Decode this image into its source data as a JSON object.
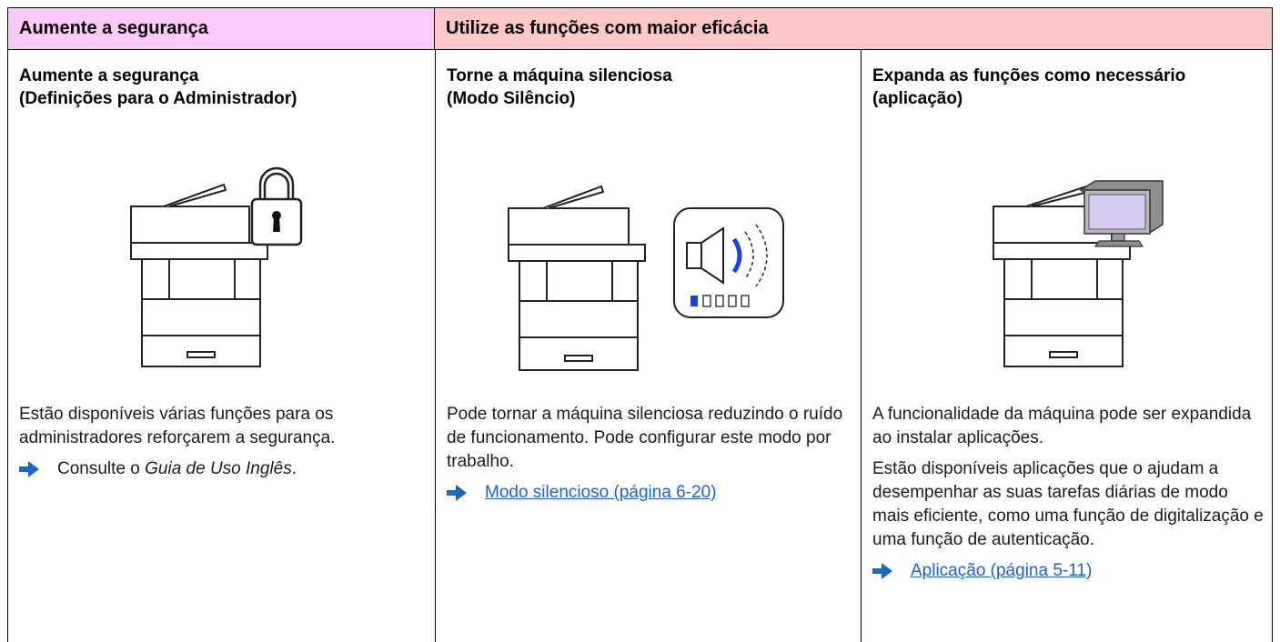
{
  "headers": {
    "left": "Aumente a segurança",
    "right": "Utilize as funções com maior eficácia"
  },
  "columns": [
    {
      "title_line1": "Aumente a segurança",
      "title_line2": "(Definições para o Administrador)",
      "illustration": "printer-with-padlock-icon",
      "paragraph1": "Estão disponíveis várias funções para os administradores reforçarem a segurança.",
      "ref_prefix": "Consulte o ",
      "ref_italic": "Guia de Uso Inglês",
      "ref_suffix": "."
    },
    {
      "title_line1": "Torne a máquina silenciosa",
      "title_line2": "(Modo Silêncio)",
      "illustration": "printer-with-speaker-icon",
      "paragraph1": "Pode tornar a máquina silenciosa reduzindo o ruído de funcionamento. Pode configurar este modo por trabalho.",
      "link": "Modo silencioso (página 6-20)"
    },
    {
      "title_line1": "Expanda as funções como necessário",
      "title_line2": "(aplicação)",
      "illustration": "printer-with-monitor-icon",
      "paragraph1": "A funcionalidade da máquina pode ser expandida ao instalar aplicações.",
      "paragraph2": "Estão disponíveis aplicações que o ajudam a desempenhar as suas tarefas diárias de modo mais eficiente, como uma função de digitalização e uma função de autenticação.",
      "link": "Aplicação (página 5-11)"
    }
  ],
  "colors": {
    "header_left_bg": "#fdc8fa",
    "header_right_bg": "#fbc7c7",
    "link": "#1a5fd6",
    "arrow": "#1769c9",
    "speaker_accent": "#1b3fe0"
  }
}
